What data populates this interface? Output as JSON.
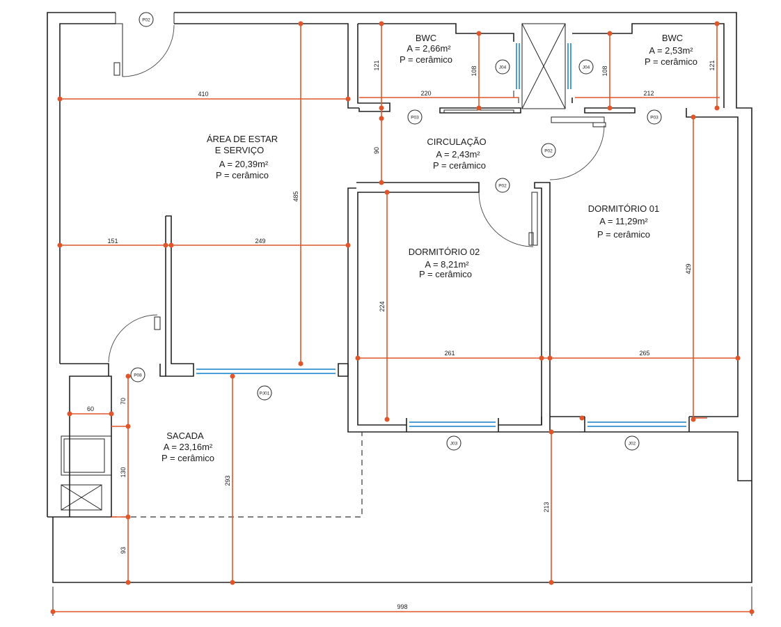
{
  "rooms": {
    "bwc_left": {
      "name": "BWC",
      "area": "A = 2,66m²",
      "floor": "P = cerâmico"
    },
    "bwc_right": {
      "name": "BWC",
      "area": "A = 2,53m²",
      "floor": "P = cerâmico"
    },
    "estar": {
      "name_line1": "ÁREA DE ESTAR",
      "name_line2": "E SERVIÇO",
      "area": "A = 20,39m²",
      "floor": "P = cerâmico"
    },
    "circulacao": {
      "name": "CIRCULAÇÃO",
      "area": "A = 2,43m²",
      "floor": "P = cerâmico"
    },
    "dorm01": {
      "name": "DORMITÓRIO 01",
      "area": "A = 11,29m²",
      "floor": "P = cerâmico"
    },
    "dorm02": {
      "name": "DORMITÓRIO 02",
      "area": "A = 8,21m²",
      "floor": "P = cerâmico"
    },
    "sacada": {
      "name": "SACADA",
      "area": "A = 23,16m²",
      "floor": "P = cerâmico"
    }
  },
  "dimensions": {
    "d410": "410",
    "d220": "220",
    "d212": "212",
    "d121a": "121",
    "d108a": "108",
    "d108b": "108",
    "d121b": "121",
    "d90": "90",
    "d485": "485",
    "d151": "151",
    "d249": "249",
    "d224": "224",
    "d261": "261",
    "d265": "265",
    "d429": "429",
    "d60": "60",
    "d70": "70",
    "d130": "130",
    "d93": "93",
    "d293": "293",
    "d213": "213",
    "d998": "998"
  },
  "tags": {
    "p02a": "P02",
    "p02b": "P02",
    "p02c": "P02",
    "p03a": "P03",
    "p03b": "P03",
    "p08": "P08",
    "j04a": "J04",
    "j04b": "J04",
    "pj01": "PJ01",
    "j03": "J03",
    "j02": "J02"
  }
}
